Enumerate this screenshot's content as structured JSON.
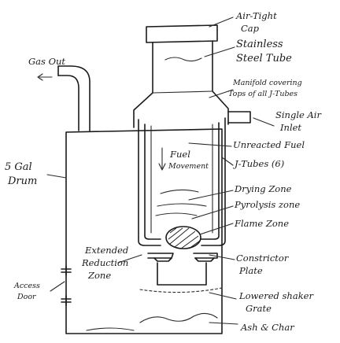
{
  "labels": {
    "air_tight_cap_1": "Air-Tight",
    "air_tight_cap_2": "Cap",
    "stainless_1": "Stainless",
    "stainless_2": "Steel Tube",
    "manifold_1": "Manifold covering",
    "manifold_2": "Tops of all J-Tubes",
    "single_air_1": "Single Air",
    "single_air_2": "Inlet",
    "gas_out": "Gas Out",
    "unreacted_fuel": "Unreacted Fuel",
    "fuel_movement_1": "Fuel",
    "fuel_movement_2": "Movement",
    "j_tubes": "J-Tubes (6)",
    "drum_1": "5 Gal",
    "drum_2": "Drum",
    "drying_zone": "Drying Zone",
    "pyrolysis_zone": "Pyrolysis zone",
    "flame_zone": "Flame Zone",
    "extended_1": "Extended",
    "extended_2": "Reduction",
    "extended_3": "Zone",
    "constrictor_1": "Constrictor",
    "constrictor_2": "Plate",
    "access_1": "Access",
    "access_2": "Door",
    "shaker_1": "Lowered shaker",
    "shaker_2": "Grate",
    "ash_char": "Ash & Char"
  }
}
